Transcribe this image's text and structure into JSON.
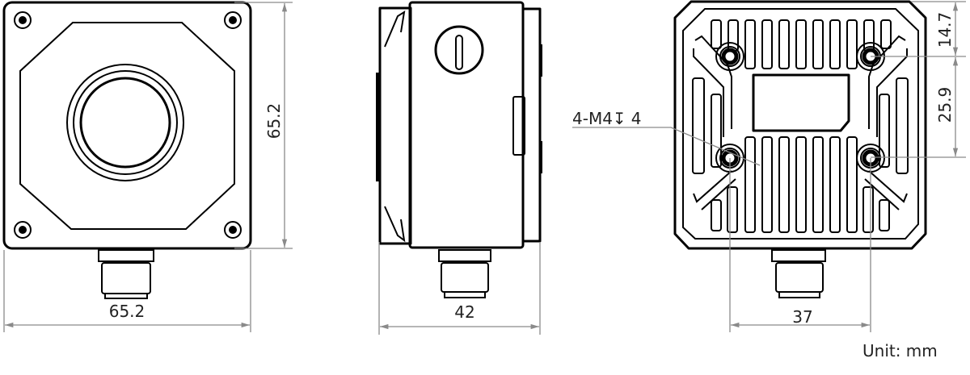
{
  "views": {
    "front": {
      "width_label": "65.2",
      "height_label": "65.2"
    },
    "side": {
      "depth_label": "42"
    },
    "back": {
      "hole_spacing_label": "37",
      "top_offset_label": "14.7",
      "vertical_spacing_label": "25.9",
      "hole_callout": {
        "prefix": "4-M4",
        "depth_symbol": "↧",
        "depth": "4"
      }
    }
  },
  "unit_label": "Unit: mm"
}
